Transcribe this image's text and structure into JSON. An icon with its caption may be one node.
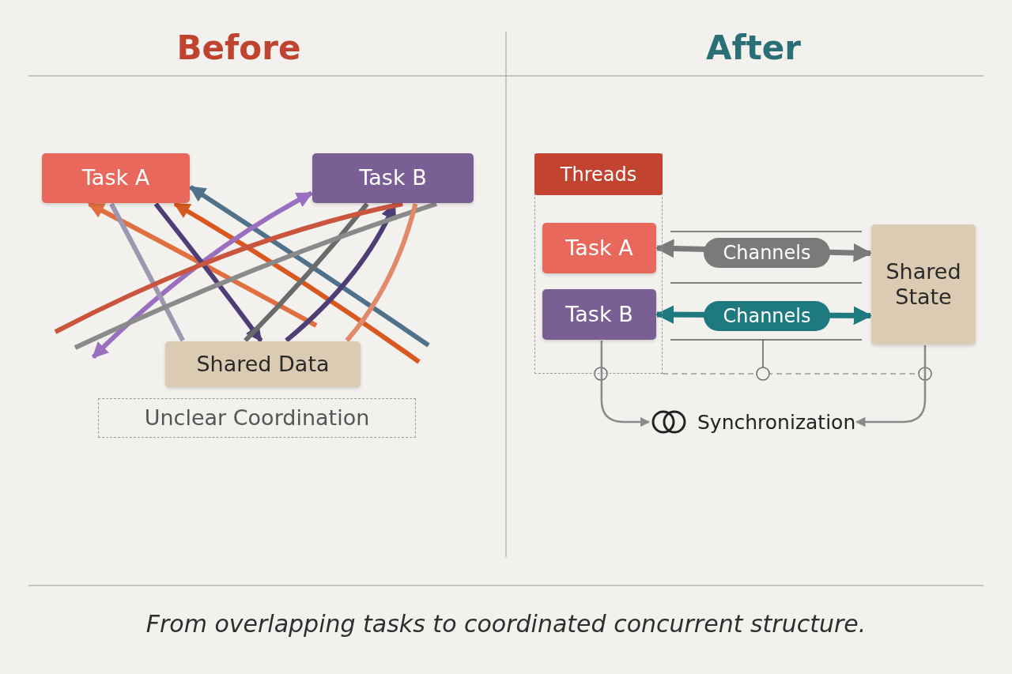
{
  "diagram": {
    "caption": "From overlapping tasks to coordinated concurrent structure.",
    "nodes": [
      {
        "text": [
          "Task A"
        ]
      },
      {
        "text": [
          "Task B"
        ]
      },
      {
        "text": [
          "Shared Data"
        ]
      },
      {
        "text": [
          "Unclear Coordination"
        ]
      },
      {
        "text": [
          "Threads"
        ]
      },
      {
        "text": [
          "Task A"
        ],
        "in": 4
      },
      {
        "text": [
          "Task B"
        ],
        "in": 4
      },
      {
        "text": [
          "Shared State"
        ]
      },
      {
        "text": [
          "Synchronization"
        ]
      }
    ],
    "edges": [
      {
        "from": null,
        "to": 0,
        "arrow": "to",
        "color": "#e0703f"
      },
      {
        "from": null,
        "to": 0,
        "arrow": "to",
        "color": "#d9581f"
      },
      {
        "from": null,
        "to": 0,
        "arrow": "to",
        "color": "#4f7189"
      },
      {
        "from": null,
        "to": 1,
        "arrow": "both",
        "color": "#9a6fbf"
      },
      {
        "from": 2,
        "to": 1,
        "arrow": "to",
        "color": "#4d3e75"
      },
      {
        "from": 0,
        "to": 2,
        "arrow": "to",
        "color": "#4d3e75"
      },
      {
        "from": 0,
        "to": 2,
        "arrow": "none",
        "color": "#9d97b0"
      },
      {
        "from": 1,
        "to": 2,
        "arrow": "none",
        "color": "#6b6b6b"
      },
      {
        "from": null,
        "to": 1,
        "arrow": "none",
        "color": "#c9553f"
      },
      {
        "from": null,
        "to": 1,
        "arrow": "none",
        "color": "#8a8a8a"
      },
      {
        "from": 1,
        "to": 2,
        "arrow": "none",
        "color": "#e08a6a"
      },
      {
        "from": 5,
        "to": 7,
        "arrow": "both",
        "label": "Channels",
        "color": "#7a7a7a"
      },
      {
        "from": 6,
        "to": 7,
        "arrow": "both",
        "label": "Channels",
        "color": "#1f7a80"
      },
      {
        "from": 6,
        "to": 8,
        "arrow": "to"
      },
      {
        "from": 7,
        "to": 8,
        "arrow": "to"
      }
    ],
    "labels": [
      "Before",
      "After"
    ]
  }
}
